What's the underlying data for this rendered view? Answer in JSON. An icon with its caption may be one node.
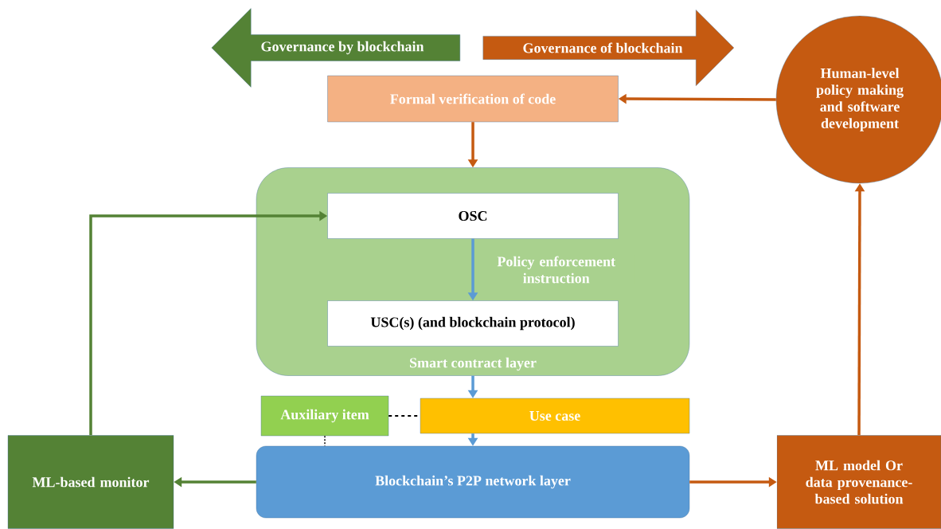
{
  "diagram": {
    "nodes": [
      {
        "text": [
          "Governance by blockchain"
        ]
      },
      {
        "text": [
          "Governance of blockchain"
        ]
      },
      {
        "text": [
          "Formal verification of code"
        ]
      },
      {
        "text": [
          "Human-level policy making and software development"
        ]
      },
      {
        "text": [
          "Smart contract layer"
        ]
      },
      {
        "text": [
          "OSC"
        ],
        "in": 4
      },
      {
        "text": [
          "USC(s) (and blockchain protocol)"
        ],
        "in": 4
      },
      {
        "text": [
          "Auxiliary item"
        ]
      },
      {
        "text": [
          "Use case"
        ]
      },
      {
        "text": [
          "ML-based monitor"
        ]
      },
      {
        "text": [
          "Blockchain’s P2P network layer"
        ]
      },
      {
        "text": [
          "ML model Or data provenance-based solution"
        ]
      }
    ],
    "edges": [
      {
        "from": 3,
        "to": 2,
        "arrow": "to",
        "color": "#c55a11"
      },
      {
        "from": 2,
        "to": 4,
        "arrow": "to",
        "color": "#c55a11"
      },
      {
        "from": 5,
        "to": 6,
        "arrow": "to",
        "label": "Policy enforcement instruction",
        "color": "#5b9bd5"
      },
      {
        "from": 4,
        "to": 8,
        "arrow": "to",
        "color": "#5b9bd5"
      },
      {
        "from": 8,
        "to": 10,
        "arrow": "to",
        "color": "#5b9bd5"
      },
      {
        "from": 7,
        "to": 8,
        "arrow": "none",
        "style": "dashed",
        "color": "#000000"
      },
      {
        "from": 7,
        "to": 10,
        "arrow": "none",
        "style": "dashed",
        "color": "#000000"
      },
      {
        "from": 10,
        "to": 9,
        "arrow": "to",
        "color": "#548235"
      },
      {
        "from": 9,
        "to": 5,
        "arrow": "to",
        "color": "#548235"
      },
      {
        "from": 10,
        "to": 11,
        "arrow": "to",
        "color": "#c55a11"
      },
      {
        "from": 11,
        "to": 3,
        "arrow": "to",
        "color": "#c55a11"
      }
    ]
  }
}
